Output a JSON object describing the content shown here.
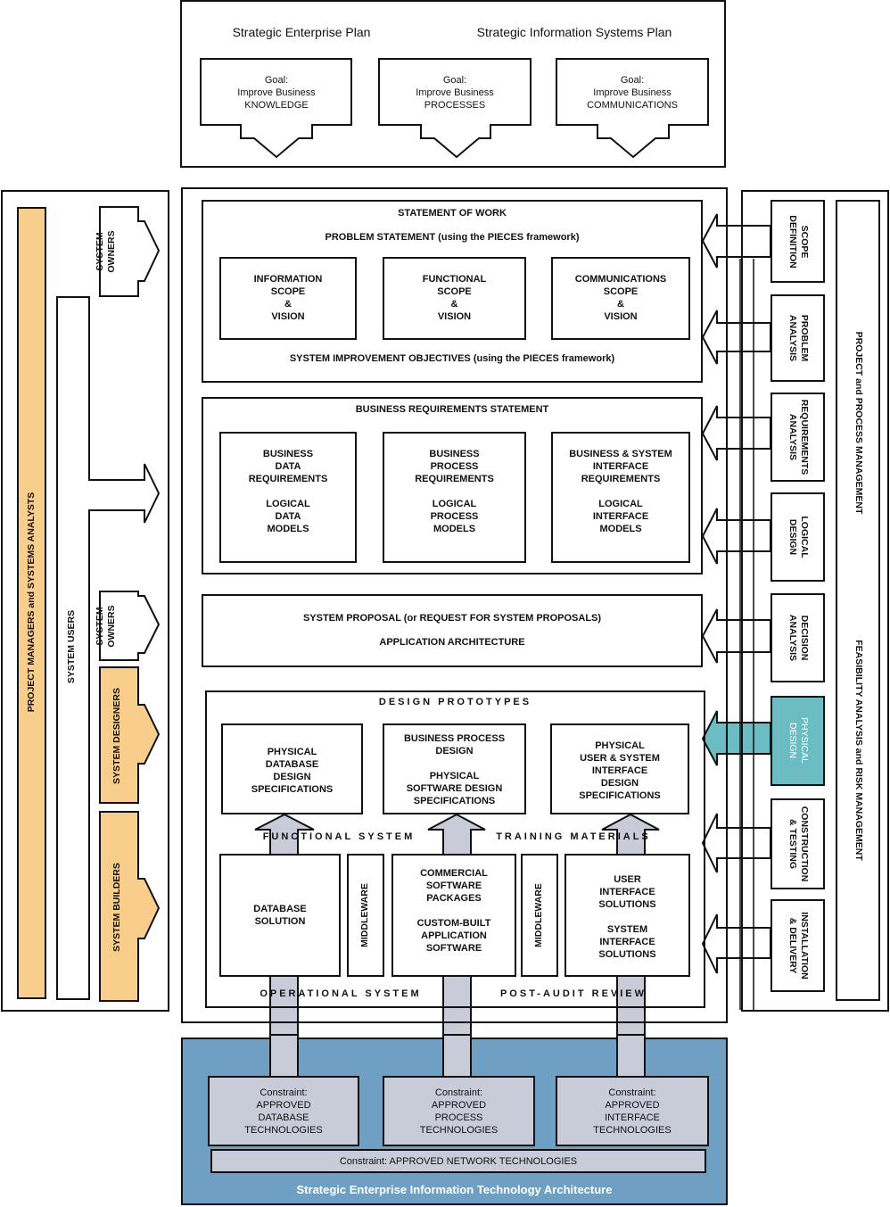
{
  "top": {
    "enterprise_plan": "Strategic Enterprise Plan",
    "is_plan": "Strategic Information Systems Plan",
    "goals": [
      "Goal:\nImprove Business\nKNOWLEDGE",
      "Goal:\nImprove Business\nPROCESSES",
      "Goal:\nImprove Business\nCOMMUNICATIONS"
    ]
  },
  "left": {
    "pm_sa": "PROJECT MANAGERS     and     SYSTEMS ANALYSTS",
    "system_users": "SYSTEM USERS",
    "system_owners_1": "SYSTEM\nOWNERS",
    "system_owners_2": "SYSTEM\nOWNERS",
    "system_designers": "SYSTEM DESIGNERS",
    "system_builders": "SYSTEM BUILDERS"
  },
  "sow": {
    "title": "STATEMENT OF WORK",
    "problem": "PROBLEM STATEMENT (using the PIECES framework)",
    "boxes": [
      "INFORMATION\nSCOPE\n&\nVISION",
      "FUNCTIONAL\nSCOPE\n&\nVISION",
      "COMMUNICATIONS\nSCOPE\n&\nVISION"
    ],
    "objectives": "SYSTEM IMPROVEMENT OBJECTIVES (using the PIECES framework)"
  },
  "brs": {
    "title": "BUSINESS REQUIREMENTS STATEMENT",
    "boxes": [
      "BUSINESS\nDATA\nREQUIREMENTS\n\nLOGICAL\nDATA\nMODELS",
      "BUSINESS\nPROCESS\nREQUIREMENTS\n\nLOGICAL\nPROCESS\nMODELS",
      "BUSINESS & SYSTEM\nINTERFACE\nREQUIREMENTS\n\nLOGICAL\nINTERFACE\nMODELS"
    ]
  },
  "proposal": {
    "line1": "SYSTEM PROPOSAL  (or  REQUEST FOR SYSTEM PROPOSALS)",
    "line2": "APPLICATION ARCHITECTURE"
  },
  "design": {
    "title": "DESIGN PROTOTYPES",
    "boxes": [
      "PHYSICAL\nDATABASE\nDESIGN\nSPECIFICATIONS",
      "BUSINESS PROCESS\nDESIGN\n\nPHYSICAL\nSOFTWARE DESIGN\nSPECIFICATIONS",
      "PHYSICAL\nUSER & SYSTEM\nINTERFACE\nDESIGN\nSPECIFICATIONS"
    ],
    "functional_system": "FUNCTIONAL SYSTEM",
    "training_materials": "TRAINING MATERIALS",
    "build": [
      "DATABASE\nSOLUTION",
      "COMMERCIAL\nSOFTWARE\nPACKAGES\n\nCUSTOM-BUILT\nAPPLICATION\nSOFTWARE",
      "USER\nINTERFACE\nSOLUTIONS\n\nSYSTEM\nINTERFACE\nSOLUTIONS"
    ],
    "middleware": "MIDDLEWARE",
    "operational_system": "OPERATIONAL SYSTEM",
    "post_audit": "POST-AUDIT REVIEW"
  },
  "phases": [
    "SCOPE\nDEFINITION",
    "PROBLEM\nANALYSIS",
    "REQUIREMENTS\nANALYSIS",
    "LOGICAL\nDESIGN",
    "DECISION\nANALYSIS",
    "PHYSICAL\nDESIGN",
    "CONSTRUCTION\n& TESTING",
    "INSTALLATION\n& DELIVERY"
  ],
  "right_bar": {
    "top": "PROJECT and PROCESS MANAGEMENT",
    "bottom": "FEASIBILITY ANALYSIS and RISK MANAGEMENT"
  },
  "bottom": {
    "constraints": [
      "Constraint:\nAPPROVED\nDATABASE\nTECHNOLOGIES",
      "Constraint:\nAPPROVED\nPROCESS\nTECHNOLOGIES",
      "Constraint:\nAPPROVED\nINTERFACE\nTECHNOLOGIES"
    ],
    "network": "Constraint: APPROVED NETWORK TECHNOLOGIES",
    "architecture": "Strategic Enterprise Information Technology Architecture"
  },
  "colors": {
    "orange": "#f9cd8c",
    "teal": "#6cbdc3",
    "steel_blue": "#6fa0c3",
    "light_gray_blue": "#c7ccd8"
  }
}
